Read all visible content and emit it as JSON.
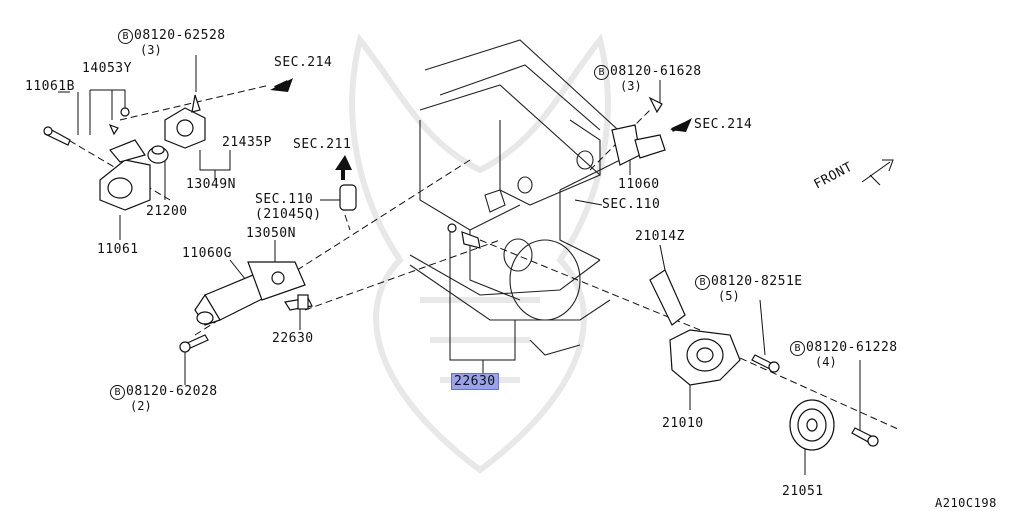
{
  "diagram_code": "A210C198",
  "bolts": [
    {
      "id": "b1",
      "code": "08120-62528",
      "qty": "(3)"
    },
    {
      "id": "b2",
      "code": "08120-61628",
      "qty": "(3)"
    },
    {
      "id": "b3",
      "code": "08120-8251E",
      "qty": "(5)"
    },
    {
      "id": "b4",
      "code": "08120-61228",
      "qty": "(4)"
    },
    {
      "id": "b5",
      "code": "08120-62028",
      "qty": "(2)"
    }
  ],
  "bolt_mark": "B",
  "parts": {
    "p14053y": "14053Y",
    "p11061b": "11061B",
    "p21435p": "21435P",
    "p13049n": "13049N",
    "p21200": "21200",
    "p11061": "11061",
    "p11060g": "11060G",
    "p13050n": "13050N",
    "p22630a": "22630",
    "p22630b": "22630",
    "p11060": "11060",
    "p21014z": "21014Z",
    "p21010": "21010",
    "p21051": "21051"
  },
  "sections": {
    "sec214a": "SEC.214",
    "sec214b": "SEC.214",
    "sec211": "SEC.211",
    "sec110a": "SEC.110",
    "sec110a_sub": "(21045Q)",
    "sec110b": "SEC.110"
  },
  "front_label": "FRONT"
}
